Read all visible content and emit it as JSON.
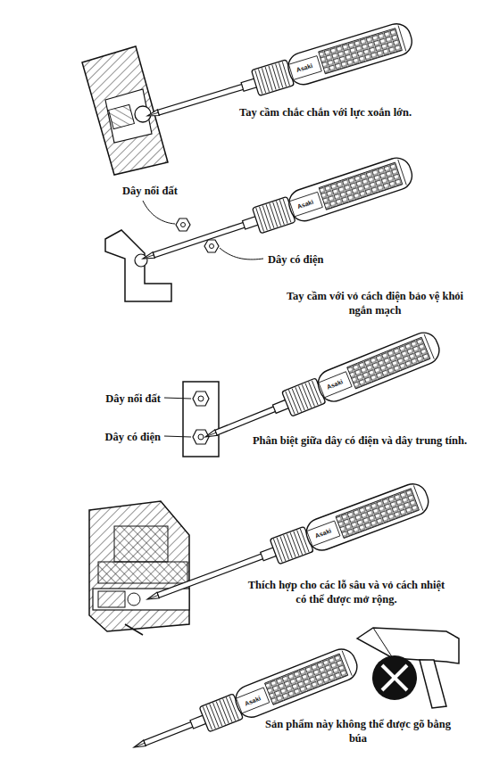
{
  "diagram": {
    "labels": [
      "Tay cầm chắc chắn với lực xoắn lớn.",
      "Dây nối đất",
      "Dây có điện",
      "Tay cầm với vỏ cách điện bảo vệ khỏi ngắn mạch",
      "Dây nối đất",
      "Dây có điện",
      "Phân biệt giữa dây có điện và dây trung tính.",
      "Thích hợp cho các lỗ sâu và vỏ cách nhiệt có thể được mở rộng.",
      "Sản phẩm này không thể được gõ bằng búa",
      "Asaki",
      "Asaki",
      "Asaki",
      "Asaki",
      "Asaki"
    ]
  }
}
